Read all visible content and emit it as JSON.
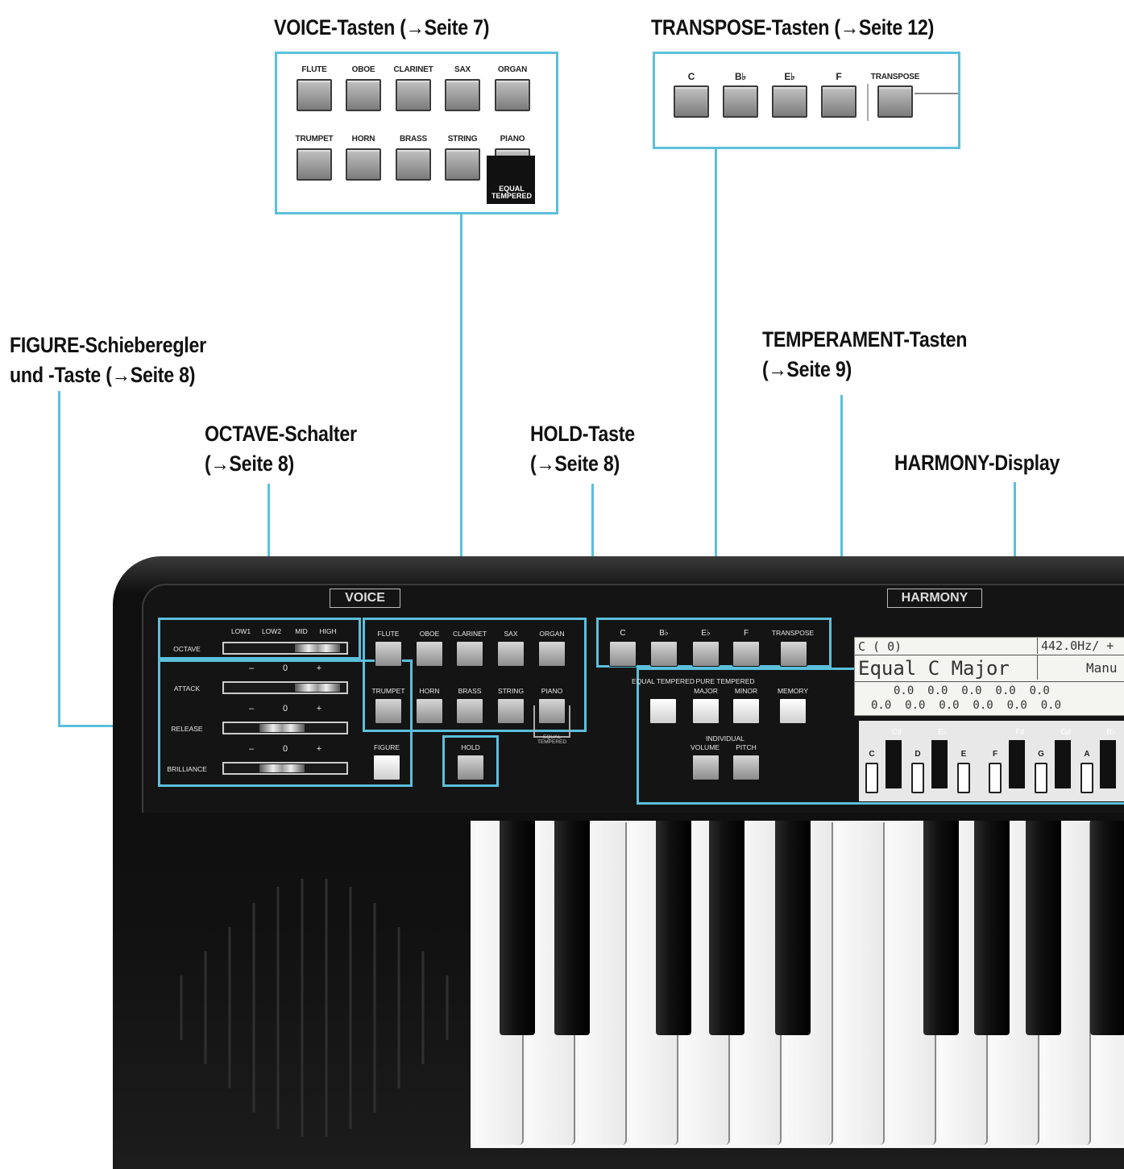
{
  "callouts": {
    "voice": "VOICE-Tasten (→Seite 7)",
    "transpose": "TRANSPOSE-Tasten (→Seite 12)",
    "figure_l1": "FIGURE-Schieberegler",
    "figure_l2": "und -Taste (→Seite 8)",
    "temperament_l1": "TEMPERAMENT-Tasten",
    "temperament_l2": "(→Seite 9)",
    "octave_l1": "OCTAVE-Schalter",
    "octave_l2": "(→Seite 8)",
    "hold_l1": "HOLD-Taste",
    "hold_l2": "(→Seite 8)",
    "harmony": "HARMONY-Display"
  },
  "voice_buttons": [
    "FLUTE",
    "OBOE",
    "CLARINET",
    "SAX",
    "ORGAN",
    "TRUMPET",
    "HORN",
    "BRASS",
    "STRING",
    "PIANO"
  ],
  "equal_tempered": "EQUAL TEMPERED",
  "transpose_buttons": [
    "C",
    "B♭",
    "E♭",
    "F"
  ],
  "transpose_label": "TRANSPOSE",
  "panel": {
    "voice_title": "VOICE",
    "harmony_title": "HARMONY",
    "octave": "OCTAVE",
    "octave_positions": [
      "LOW1",
      "LOW2",
      "MID",
      "HIGH"
    ],
    "sliders": [
      "ATTACK",
      "RELEASE",
      "BRILLIANCE"
    ],
    "slider_scale": [
      "–",
      "0",
      "+"
    ],
    "figure": "FIGURE",
    "hold": "HOLD",
    "temperament": {
      "equal": "EQUAL TEMPERED",
      "pure": "PURE TEMPERED",
      "major": "MAJOR",
      "minor": "MINOR",
      "memory": "MEMORY",
      "individual": "INDIVIDUAL",
      "volume": "VOLUME",
      "pitch": "PITCH"
    },
    "lcd": {
      "line1_left": "C ( 0)",
      "line1_right": "442.0Hz/ +",
      "line2_left": "Equal C Major",
      "line2_right": "Manu",
      "row3": "0.0  0.0  0.0  0.0  0.0",
      "row4": "0.0  0.0  0.0  0.0  0.0  0.0"
    },
    "key_buttons": [
      "C",
      "D",
      "E",
      "F",
      "G",
      "A"
    ],
    "key_sharps": [
      "C♯",
      "E♭",
      "F♯",
      "G♯",
      "B♭"
    ]
  }
}
